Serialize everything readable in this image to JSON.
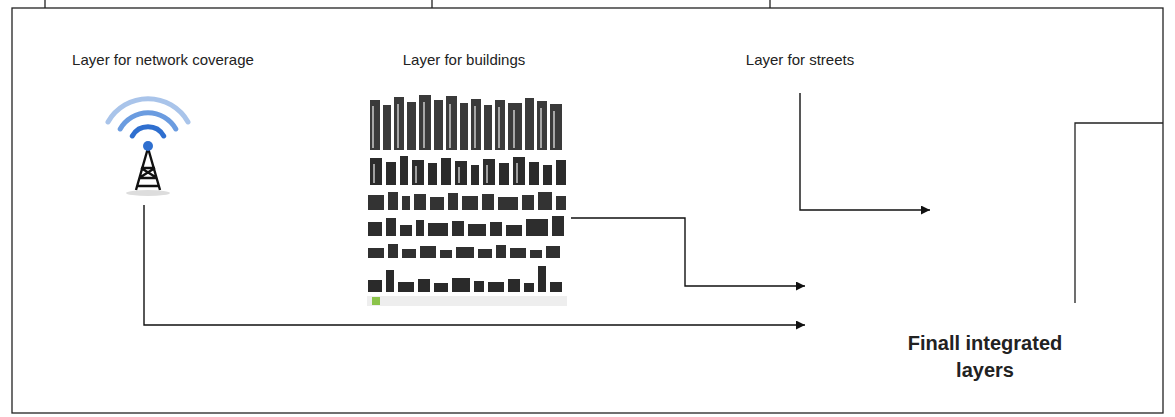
{
  "diagram": {
    "nodes": [
      {
        "text": [
          "Layer for network coverage"
        ]
      },
      {
        "text": [
          "Layer for buildings"
        ]
      },
      {
        "text": [
          "Layer for streets"
        ]
      },
      {
        "text": [
          "Finall integrated layers"
        ]
      }
    ],
    "edges": [
      {
        "from": 0,
        "to": 3,
        "arrow": "to"
      },
      {
        "from": 1,
        "to": 3,
        "arrow": "to"
      },
      {
        "from": 2,
        "to": 3,
        "arrow": "to"
      }
    ]
  }
}
